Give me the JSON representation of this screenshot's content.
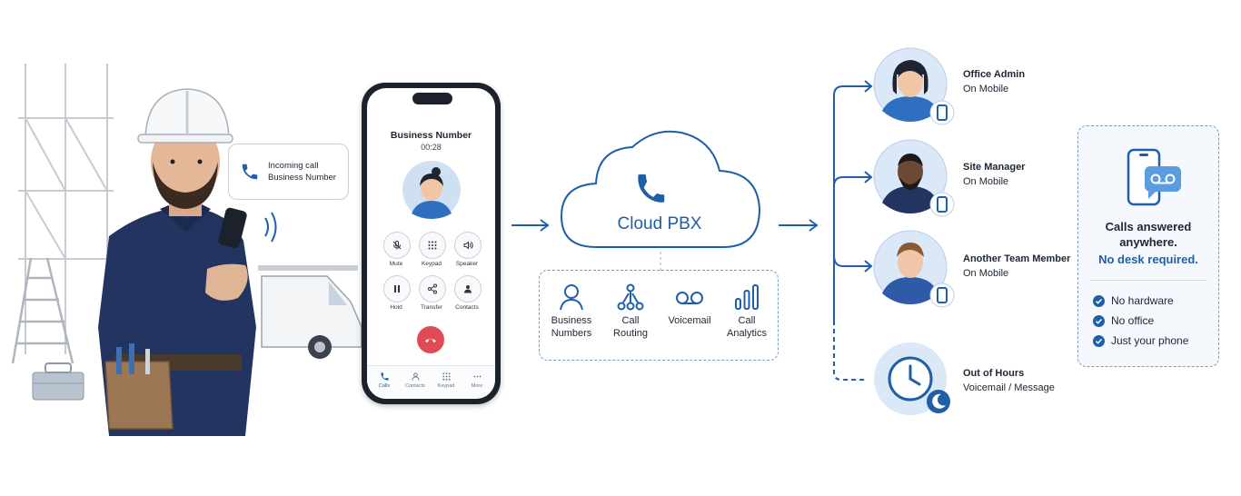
{
  "bubble": {
    "line1": "Incoming call",
    "line2": "Business Number"
  },
  "phone": {
    "title": "Business Number",
    "timer": "00:28",
    "buttons": [
      "Mute",
      "Keypad",
      "Speaker",
      "Hold",
      "Transfer",
      "Contacts"
    ],
    "tabs": [
      "Calls",
      "Contacts",
      "Keypad",
      "More"
    ]
  },
  "cloud": {
    "label": "Cloud PBX"
  },
  "features": [
    {
      "line1": "Business",
      "line2": "Numbers"
    },
    {
      "line1": "Call",
      "line2": "Routing"
    },
    {
      "line1": "Voicemail",
      "line2": ""
    },
    {
      "line1": "Call",
      "line2": "Analytics"
    }
  ],
  "people": [
    {
      "name": "Office Admin",
      "status": "On Mobile"
    },
    {
      "name": "Site Manager",
      "status": "On Mobile"
    },
    {
      "name": "Another Team Member",
      "status": "On Mobile"
    },
    {
      "name": "Out of Hours",
      "status": "Voicemail / Message"
    }
  ],
  "card": {
    "line1": "Calls answered",
    "line2": "anywhere.",
    "line3": "No desk required.",
    "checks": [
      "No hardware",
      "No office",
      "Just your phone"
    ]
  },
  "colors": {
    "accent": "#1f5faa",
    "light": "#dbe8f7",
    "hangup": "#e04a55",
    "shirt": "#233461"
  }
}
